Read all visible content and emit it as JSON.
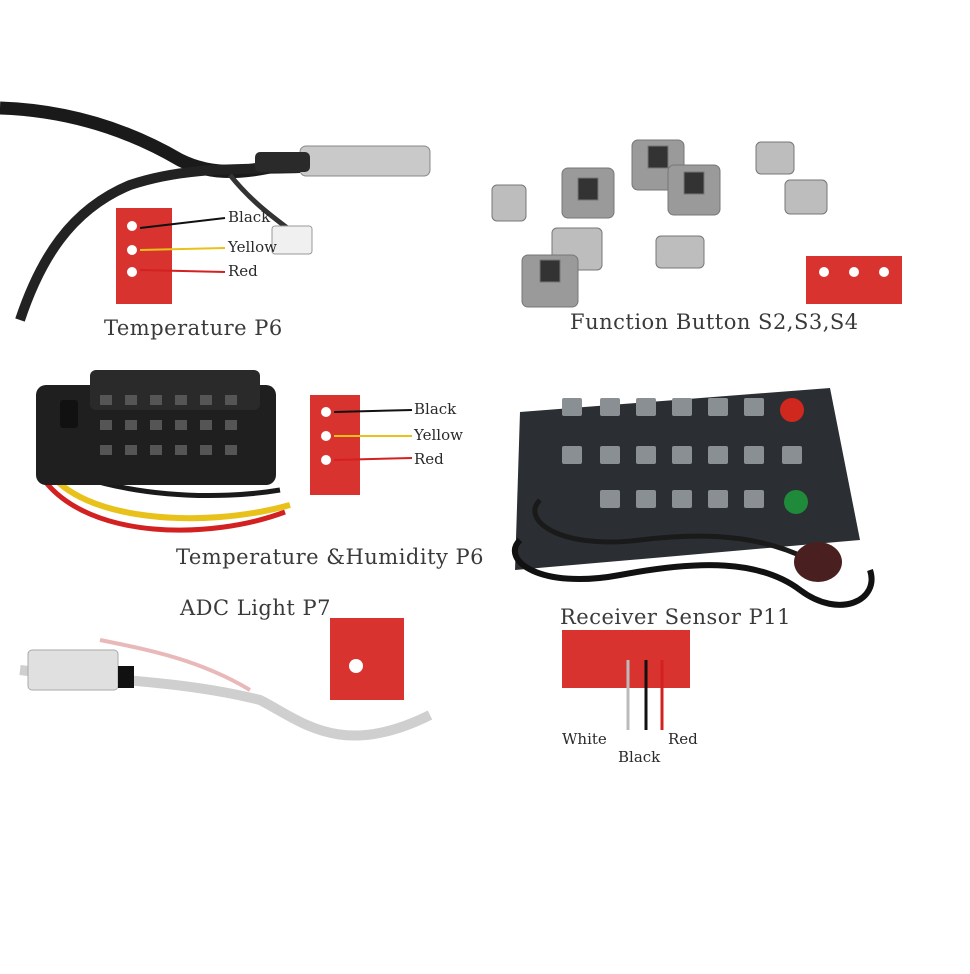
{
  "captions": {
    "temperature": "Temperature P6",
    "buttons": "Function Button S2,S3,S4",
    "humidity": "Temperature &Humidity P6",
    "light": "ADC Light P7",
    "ir": "Receiver Sensor P11"
  },
  "wires_temperature": {
    "black": "Black",
    "yellow": "Yellow",
    "red": "Red"
  },
  "wires_humidity": {
    "black": "Black",
    "yellow": "Yellow",
    "red": "Red"
  },
  "wires_ir": {
    "white": "White",
    "black": "Black",
    "red": "Red"
  },
  "colors": {
    "pcb_red": "#d8332f",
    "cable_black": "#1a1a1a",
    "wire_yellow": "#e8c21a",
    "wire_red": "#d32020",
    "remote_body": "#2b2f33",
    "remote_key": "#8a8f94",
    "key_red": "#d0281e",
    "key_green": "#1f8a3a"
  },
  "icons": [
    "temperature-probe",
    "tactile-switch",
    "dht-sensor",
    "remote-control",
    "ir-receiver",
    "light-sensor-module"
  ]
}
